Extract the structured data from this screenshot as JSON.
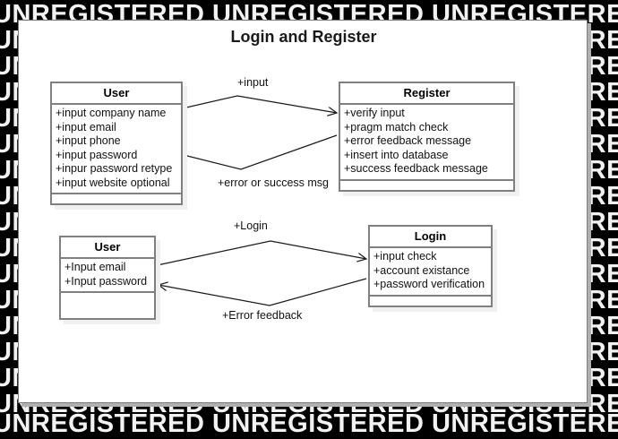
{
  "watermark": {
    "text": "UNREGISTERED UNREGISTERED UNREGISTERED UNREGISTERED",
    "color": "#f2f2f2",
    "background": "#000000"
  },
  "diagram": {
    "title": "Login and Register",
    "canvas_color": "#ffffff",
    "border_color": "#7a7a7a",
    "box_border_color": "#808080",
    "shadow_color": "#f0f0f0"
  },
  "classes": [
    {
      "id": "user-register",
      "name": "User",
      "attributes": [
        "+input company name",
        "+input email",
        "+input phone",
        "+input password",
        "+inpur password retype",
        "+input website optional"
      ],
      "operations": []
    },
    {
      "id": "register",
      "name": "Register",
      "attributes": [
        "+verify input",
        "+pragm match check",
        "+error feedback message",
        "+insert into database",
        "+success feedback message"
      ],
      "operations": []
    },
    {
      "id": "user-login",
      "name": "User",
      "attributes": [
        "+Input email",
        "+Input password"
      ],
      "operations": []
    },
    {
      "id": "login",
      "name": "Login",
      "attributes": [
        "+input check",
        "+account existance",
        "+password verification"
      ],
      "operations": []
    }
  ],
  "connectors": [
    {
      "id": "register-request",
      "label": "+input",
      "from": "user-register",
      "to": "register",
      "direction": "right"
    },
    {
      "id": "register-response",
      "label": "+error or success msg",
      "from": "register",
      "to": "user-register",
      "direction": "left"
    },
    {
      "id": "login-request",
      "label": "+Login",
      "from": "user-login",
      "to": "login",
      "direction": "right"
    },
    {
      "id": "login-response",
      "label": "+Error feedback",
      "from": "login",
      "to": "user-login",
      "direction": "left"
    }
  ]
}
